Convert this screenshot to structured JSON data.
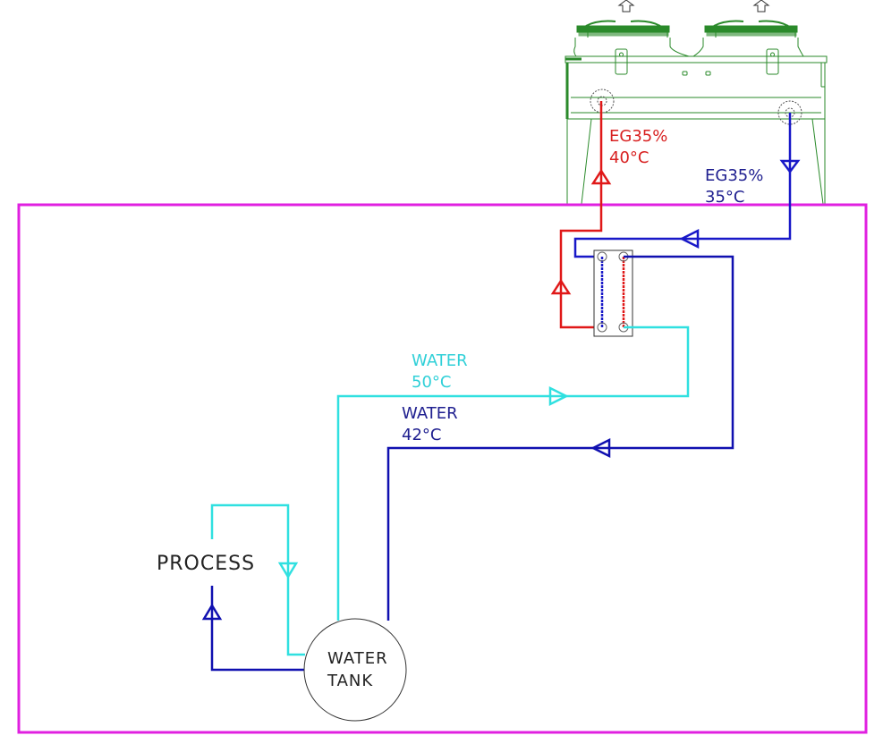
{
  "diagram": {
    "title": "Dry cooler / plate heat exchanger / water tank process loop",
    "colors": {
      "boundary": "#e020e0",
      "glycol_hot": "#e01818",
      "glycol_cold": "#1818c8",
      "water_hot": "#30e0e0",
      "water_cold": "#1010b0",
      "cooler": "#2a8a2a",
      "outline": "#333333",
      "text": "#222222"
    },
    "labels": {
      "glycol_supply_hot": {
        "line1": "EG35%",
        "line2": "40°C"
      },
      "glycol_return_cold": {
        "line1": "EG35%",
        "line2": "35°C"
      },
      "water_hot": {
        "line1": "WATER",
        "line2": "50°C"
      },
      "water_cold": {
        "line1": "WATER",
        "line2": "42°C"
      },
      "process": "PROCESS",
      "tank": {
        "line1": "WATER",
        "line2": "TANK"
      }
    },
    "components": [
      {
        "id": "dry-cooler",
        "name": "Dry cooler (2 fans)",
        "fans": 2
      },
      {
        "id": "plate-heat-exchanger",
        "name": "Plate heat exchanger"
      },
      {
        "id": "water-tank",
        "name": "Water tank"
      },
      {
        "id": "process",
        "name": "Process"
      }
    ],
    "flows": [
      {
        "id": "glycol-hot",
        "fluid": "EG35%",
        "temperature": "40°C",
        "from": "plate-heat-exchanger",
        "to": "dry-cooler"
      },
      {
        "id": "glycol-cold",
        "fluid": "EG35%",
        "temperature": "35°C",
        "from": "dry-cooler",
        "to": "plate-heat-exchanger"
      },
      {
        "id": "water-hot",
        "fluid": "WATER",
        "temperature": "50°C",
        "from": "water-tank",
        "to": "plate-heat-exchanger"
      },
      {
        "id": "water-cold",
        "fluid": "WATER",
        "temperature": "42°C",
        "from": "plate-heat-exchanger",
        "to": "water-tank"
      },
      {
        "id": "process-supply",
        "fluid": "WATER",
        "from": "process",
        "to": "water-tank"
      },
      {
        "id": "process-return",
        "fluid": "WATER",
        "from": "water-tank",
        "to": "process"
      }
    ]
  }
}
